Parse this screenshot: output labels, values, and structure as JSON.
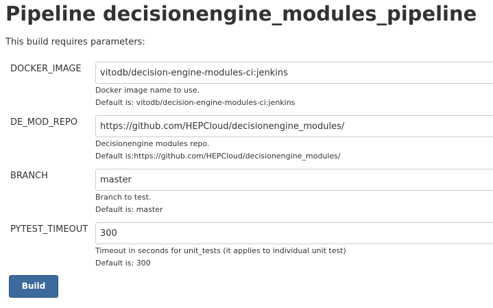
{
  "title": "Pipeline decisionengine_modules_pipeline",
  "subtitle": "This build requires parameters:",
  "parameters": [
    {
      "name": "DOCKER_IMAGE",
      "value": "vitodb/decision-engine-modules-ci:jenkins",
      "description": "Docker image name to use.",
      "default": "Default is: vitodb/decision-engine-modules-ci:jenkins"
    },
    {
      "name": "DE_MOD_REPO",
      "value": "https://github.com/HEPCloud/decisionengine_modules/",
      "description": "Decisionengine modules repo.",
      "default": "Default is:https://github.com/HEPCloud/decisionengine_modules/"
    },
    {
      "name": "BRANCH",
      "value": "master",
      "description": "Branch to test.",
      "default": "Default is: master"
    },
    {
      "name": "PYTEST_TIMEOUT",
      "value": "300",
      "description": "Timeout in seconds for unit_tests (it applies to individual unit test)",
      "default": "Default is: 300"
    }
  ],
  "build_button": {
    "label": "Build"
  },
  "colors": {
    "button_background": "#3d6a9e",
    "button_text": "#ffffff",
    "text": "#333333",
    "input_border": "#cccccc"
  }
}
